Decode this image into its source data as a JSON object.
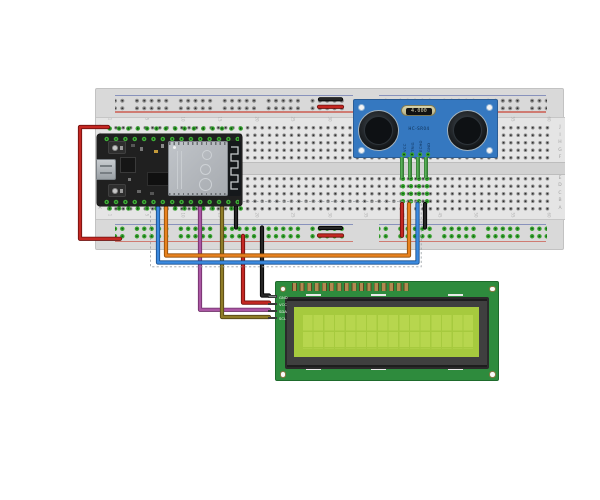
{
  "diagram": {
    "kind": "fritzing-style breadboard wiring diagram",
    "background": "#ffffff"
  },
  "breadboard": {
    "row_letters_top": [
      "J",
      "I",
      "H",
      "G",
      "F"
    ],
    "row_letters_bottom": [
      "E",
      "D",
      "C",
      "B",
      "A"
    ],
    "column_numbers": [
      "1",
      "5",
      "10",
      "15",
      "20",
      "25",
      "30",
      "35",
      "40",
      "45",
      "50",
      "55",
      "60"
    ],
    "positive_rail_color": "#cf7b72",
    "negative_rail_color": "#8892bc"
  },
  "hcsr04": {
    "oscillator_label": "4.000",
    "board_label": "HC-SR04",
    "pin_labels": [
      "VCC",
      "TRIG",
      "ECHO",
      "GND"
    ]
  },
  "lcd": {
    "pin_labels": [
      "GND",
      "VCC",
      "SDA",
      "SCL"
    ]
  },
  "wires": {
    "esp_3v3_to_positive_rail": "#c42823",
    "esp_gnd_to_negative_rail": "#262626",
    "sda": "#ab57a4",
    "scl": "#8f7d28",
    "lcd_vcc": "#c42823",
    "lcd_gnd": "#262626",
    "trig": "#e8821e",
    "echo": "#3b8ae0",
    "sensor_vcc": "#c42823",
    "sensor_gnd": "#262626",
    "rail_bridge_positive": "#c42823",
    "rail_bridge_negative": "#262626"
  }
}
